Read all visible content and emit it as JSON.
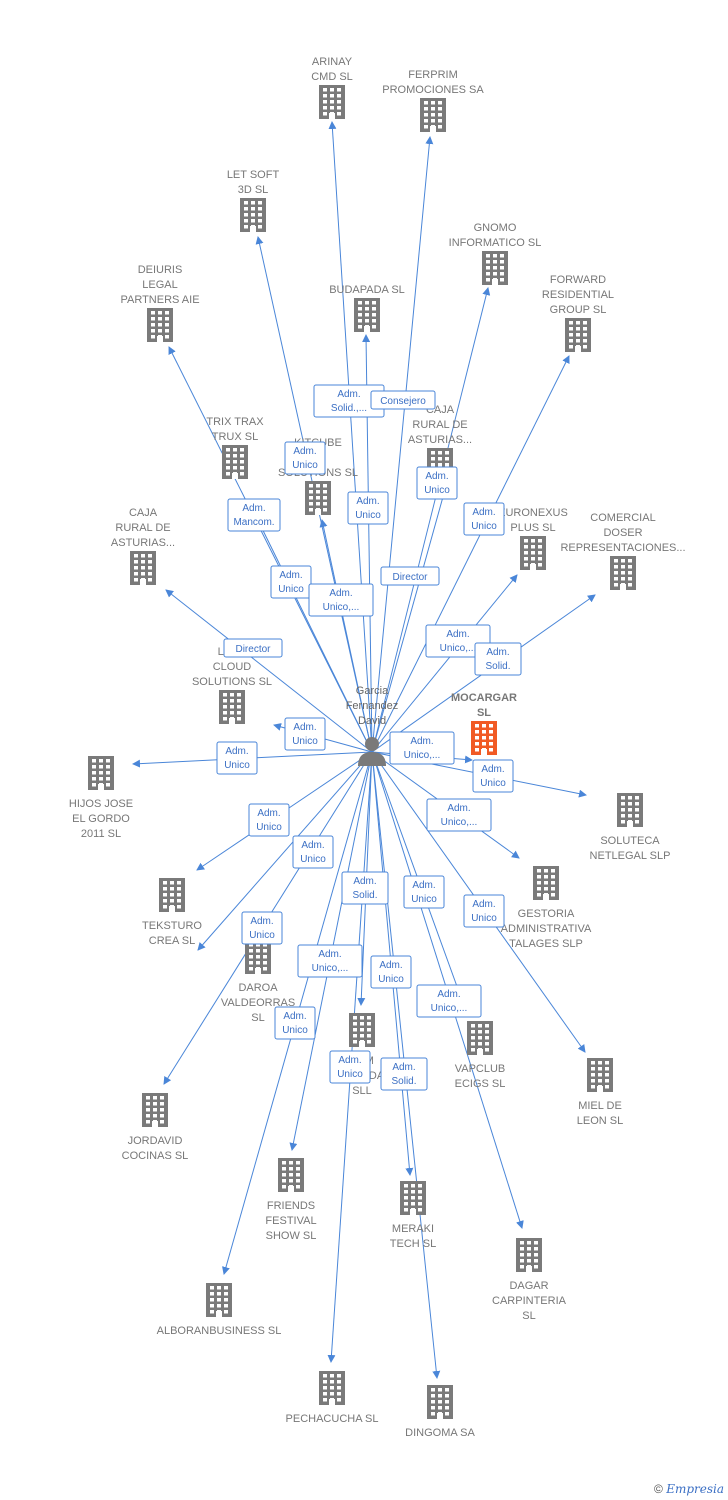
{
  "colors": {
    "edge": "#4a86d8",
    "building": "#7a7a7a",
    "focus": "#f15a24",
    "person": "#7a7a7a"
  },
  "center_person": {
    "name": [
      "Garcia",
      "Fernandez",
      "David"
    ]
  },
  "footer": {
    "copyright": "©",
    "brand": "Empresia"
  },
  "nodes": [
    {
      "id": "arinay",
      "lines": [
        "ARINAY",
        "CMD  SL"
      ],
      "label_pos": "above"
    },
    {
      "id": "ferprim",
      "lines": [
        "FERPRIM",
        "PROMOCIONES SA"
      ],
      "label_pos": "above"
    },
    {
      "id": "letsoft",
      "lines": [
        "LET SOFT",
        "3D  SL"
      ],
      "label_pos": "above"
    },
    {
      "id": "gnomo",
      "lines": [
        "GNOMO",
        "INFORMATICO SL"
      ],
      "label_pos": "above"
    },
    {
      "id": "deiuris",
      "lines": [
        "DEIURIS",
        "LEGAL",
        "PARTNERS AIE"
      ],
      "label_pos": "above"
    },
    {
      "id": "budapada",
      "lines": [
        "BUDAPADA SL"
      ],
      "label_pos": "above"
    },
    {
      "id": "forward",
      "lines": [
        "FORWARD",
        "RESIDENTIAL",
        "GROUP  SL"
      ],
      "label_pos": "above"
    },
    {
      "id": "trixtrax",
      "lines": [
        "TRIX TRAX",
        "TRUX  SL"
      ],
      "label_pos": "above"
    },
    {
      "id": "kitcube",
      "lines": [
        "KITCUBE",
        "E",
        "SOLUTIONS SL"
      ],
      "label_pos": "above"
    },
    {
      "id": "caja1",
      "lines": [
        "CAJA",
        "RURAL DE",
        "ASTURIAS..."
      ],
      "label_pos": "above"
    },
    {
      "id": "caja2",
      "lines": [
        "CAJA",
        "RURAL DE",
        "ASTURIAS..."
      ],
      "label_pos": "above"
    },
    {
      "id": "euronexus",
      "lines": [
        "EURONEXUS",
        "PLUS  SL"
      ],
      "label_pos": "above"
    },
    {
      "id": "comercial",
      "lines": [
        "COMERCIAL",
        "DOSER",
        "REPRESENTACIONES..."
      ],
      "label_pos": "above"
    },
    {
      "id": "lost",
      "lines": [
        "LOST",
        "CLOUD",
        "SOLUTIONS  SL"
      ],
      "label_pos": "above"
    },
    {
      "id": "mocargar",
      "lines": [
        "MOCARGAR",
        "SL"
      ],
      "label_pos": "above",
      "focus": true
    },
    {
      "id": "hijos",
      "lines": [
        "HIJOS JOSE",
        "EL GORDO",
        "2011 SL"
      ],
      "label_pos": "below"
    },
    {
      "id": "soluteca",
      "lines": [
        "SOLUTECA",
        "NETLEGAL SLP"
      ],
      "label_pos": "below"
    },
    {
      "id": "teksturo",
      "lines": [
        "TEKSTURO",
        "CREA  SL"
      ],
      "label_pos": "below"
    },
    {
      "id": "gestoria",
      "lines": [
        "GESTORIA",
        "ADMINISTRATIVA",
        "TALAGES  SLP"
      ],
      "label_pos": "below"
    },
    {
      "id": "daroa",
      "lines": [
        "DAROA",
        "VALDEORRAS",
        "SL"
      ],
      "label_pos": "below"
    },
    {
      "id": "xam",
      "lines": [
        "XAM",
        "PUNTADAS",
        "SLL"
      ],
      "label_pos": "below"
    },
    {
      "id": "vapclub",
      "lines": [
        "VAPCLUB",
        "ECIGS  SL"
      ],
      "label_pos": "below"
    },
    {
      "id": "miel",
      "lines": [
        "MIEL DE",
        "LEON  SL"
      ],
      "label_pos": "below"
    },
    {
      "id": "jordavid",
      "lines": [
        "JORDAVID",
        "COCINAS  SL"
      ],
      "label_pos": "below"
    },
    {
      "id": "friends",
      "lines": [
        "FRIENDS",
        "FESTIVAL",
        "SHOW  SL"
      ],
      "label_pos": "below"
    },
    {
      "id": "meraki",
      "lines": [
        "MERAKI",
        "TECH  SL"
      ],
      "label_pos": "below"
    },
    {
      "id": "dagar",
      "lines": [
        "DAGAR",
        "CARPINTERIA",
        "SL"
      ],
      "label_pos": "below"
    },
    {
      "id": "alboran",
      "lines": [
        "ALBORANBUSINESS SL"
      ],
      "label_pos": "below"
    },
    {
      "id": "pechacucha",
      "lines": [
        "PECHACUCHA SL"
      ],
      "label_pos": "below"
    },
    {
      "id": "dingoma",
      "lines": [
        "DINGOMA SA"
      ],
      "label_pos": "below"
    }
  ],
  "edges": [
    {
      "to": "arinay",
      "lines": [
        "Adm.",
        "Solid.,..."
      ]
    },
    {
      "to": "ferprim",
      "lines": [
        "Consejero"
      ]
    },
    {
      "to": "letsoft",
      "lines": [
        "Adm.",
        "Unico"
      ]
    },
    {
      "to": "gnomo",
      "lines": [
        "Adm.",
        "Unico"
      ]
    },
    {
      "to": "deiuris",
      "lines": [
        "Adm.",
        "Mancom."
      ]
    },
    {
      "to": "budapada",
      "lines": [
        "Adm.",
        "Unico"
      ]
    },
    {
      "to": "forward",
      "lines": [
        "Adm.",
        "Unico"
      ]
    },
    {
      "to": "trixtrax",
      "lines": [
        "Adm.",
        "Unico"
      ]
    },
    {
      "to": "kitcube",
      "lines": [
        "Adm.",
        "Unico,..."
      ]
    },
    {
      "to": "caja1",
      "lines": [
        "Director"
      ]
    },
    {
      "to": "caja2",
      "lines": [
        "Director"
      ]
    },
    {
      "to": "euronexus",
      "lines": [
        "Adm.",
        "Unico,..."
      ]
    },
    {
      "to": "comercial",
      "lines": [
        "Adm.",
        "Solid."
      ]
    },
    {
      "to": "lost",
      "lines": [
        "Adm.",
        "Unico"
      ]
    },
    {
      "to": "mocargar",
      "lines": [
        "Adm.",
        "Unico,..."
      ]
    },
    {
      "to": "hijos",
      "lines": [
        "Adm.",
        "Unico"
      ]
    },
    {
      "to": "soluteca",
      "lines": [
        "Adm.",
        "Unico"
      ]
    },
    {
      "to": "teksturo",
      "lines": [
        "Adm.",
        "Unico"
      ]
    },
    {
      "to": "gestoria",
      "lines": [
        "Adm.",
        "Unico,..."
      ]
    },
    {
      "to": "daroa",
      "lines": [
        "Adm.",
        "Unico"
      ]
    },
    {
      "to": "xam",
      "lines": [
        "Adm.",
        "Solid."
      ]
    },
    {
      "to": "vapclub",
      "lines": [
        "Adm.",
        "Unico"
      ]
    },
    {
      "to": "miel",
      "lines": [
        "Adm.",
        "Unico"
      ]
    },
    {
      "to": "jordavid",
      "lines": [
        "Adm.",
        "Unico"
      ]
    },
    {
      "to": "friends",
      "lines": [
        "Adm.",
        "Unico,..."
      ]
    },
    {
      "to": "meraki",
      "lines": [
        "Adm.",
        "Unico"
      ]
    },
    {
      "to": "dagar",
      "lines": [
        "Adm.",
        "Unico,..."
      ]
    },
    {
      "to": "alboran",
      "lines": [
        "Adm.",
        "Unico"
      ]
    },
    {
      "to": "pechacucha",
      "lines": [
        "Adm.",
        "Unico"
      ]
    },
    {
      "to": "dingoma",
      "lines": [
        "Adm.",
        "Solid."
      ]
    }
  ]
}
